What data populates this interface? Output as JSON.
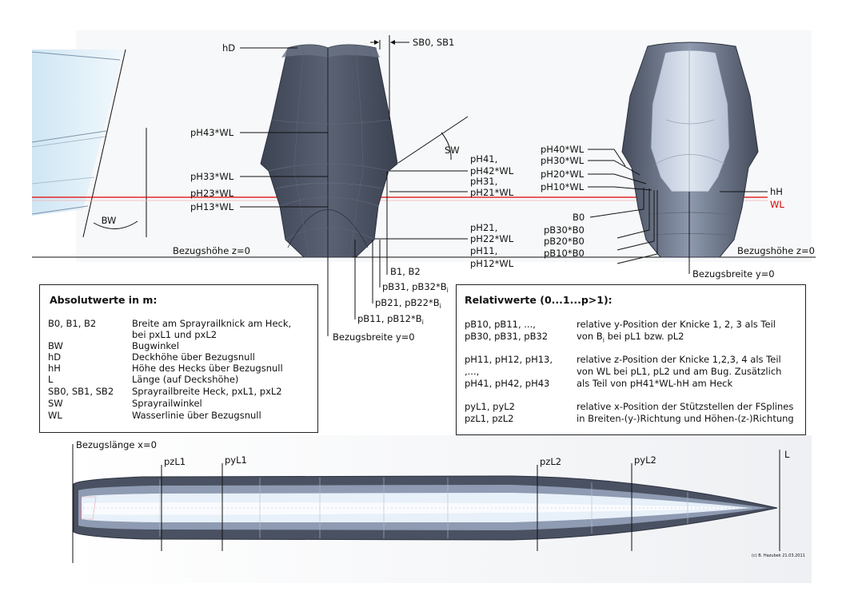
{
  "diagram": {
    "bow_view_labels": {
      "bw": "BW"
    },
    "section_labels": {
      "hd": "hD",
      "sb": "SB0, SB1",
      "sw": "SW",
      "ph43": "pH43*WL",
      "ph33": "pH33*WL",
      "ph23": "pH23*WL",
      "ph13": "pH13*WL",
      "ph41": "pH41,",
      "ph42": "pH42*WL",
      "ph31": "pH31,",
      "ph21a": "pH21*WL",
      "ph21b": "pH21,",
      "ph22": "pH22*WL",
      "ph11": "pH11,",
      "ph12": "pH12*WL",
      "b1": "B1, B2",
      "pb31": "pB31, pB32*B",
      "pb21": "pB21, pB22*B",
      "pb11": "pB11, pB12*B",
      "subscript_i": "i",
      "ref_height": "Bezugshöhe z=0",
      "ref_width": "Bezugsbreite y=0"
    },
    "stern_labels": {
      "ph40": "pH40*WL",
      "ph30": "pH30*WL",
      "ph20": "pH20*WL",
      "ph10": "pH10*WL",
      "hh": "hH",
      "wl": "WL",
      "b0": "B0",
      "pb30": "pB30*B0",
      "pb20": "pB20*B0",
      "pb10": "pB10*B0",
      "ref_height": "Bezugshöhe z=0",
      "ref_width": "Bezugsbreite y=0"
    },
    "plan_labels": {
      "ref_length": "Bezugslänge x=0",
      "pzl1": "pzL1",
      "pyl1": "pyL1",
      "pzl2": "pzL2",
      "pyl2": "pyL2",
      "l": "L",
      "copyright": "(c) B. Hazubek 21.03.2011"
    },
    "colors": {
      "waterline": "#e00000",
      "hull_dark": "#4a5162",
      "hull_light": "#aab6cc",
      "deck_light": "#dde8f6"
    }
  },
  "absolute_box": {
    "title": "Absolutwerte in m:",
    "rows": [
      {
        "key": "B0, B1, B2",
        "value": "Breite am Sprayrailknick am Heck,"
      },
      {
        "key": "",
        "value": "bei pxL1 und pxL2"
      },
      {
        "key": "BW",
        "value": "Bugwinkel"
      },
      {
        "key": "hD",
        "value": "Deckhöhe über Bezugsnull"
      },
      {
        "key": "hH",
        "value": "Höhe des Hecks über Bezugsnull"
      },
      {
        "key": "L",
        "value": "Länge (auf Deckshöhe)"
      },
      {
        "key": "SB0, SB1, SB2",
        "value": "Sprayrailbreite Heck, pxL1, pxL2"
      },
      {
        "key": "SW",
        "value": "Sprayrailwinkel"
      },
      {
        "key": "WL",
        "value": "Wasserlinie über Bezugsnull"
      }
    ]
  },
  "relative_box": {
    "title": "Relativwerte (0...1...p>1):",
    "rows": [
      {
        "key": "pB10, pB11, ...,",
        "value": "relative y-Position der Knicke 1, 2, 3 als Teil"
      },
      {
        "key": "pB30, pB31, pB32",
        "value_pre": "von B",
        "value_sub": "i",
        "value_post": " bei pL1 bzw. pL2"
      },
      {
        "key": "pH11, pH12, pH13,",
        "value": "relative z-Position der Knicke 1,2,3, 4 als Teil"
      },
      {
        "key": ",...,",
        "value": "von WL bei pL1, pL2 und am Bug. Zusätzlich"
      },
      {
        "key": "pH41, pH42, pH43",
        "value": "als Teil von pH41*WL-hH am Heck"
      },
      {
        "key": "pyL1, pyL2",
        "value": "relative x-Position der Stützstellen der FSplines"
      },
      {
        "key": "pzL1, pzL2",
        "value": "in Breiten-(y-)Richtung und Höhen-(z-)Richtung"
      }
    ]
  }
}
